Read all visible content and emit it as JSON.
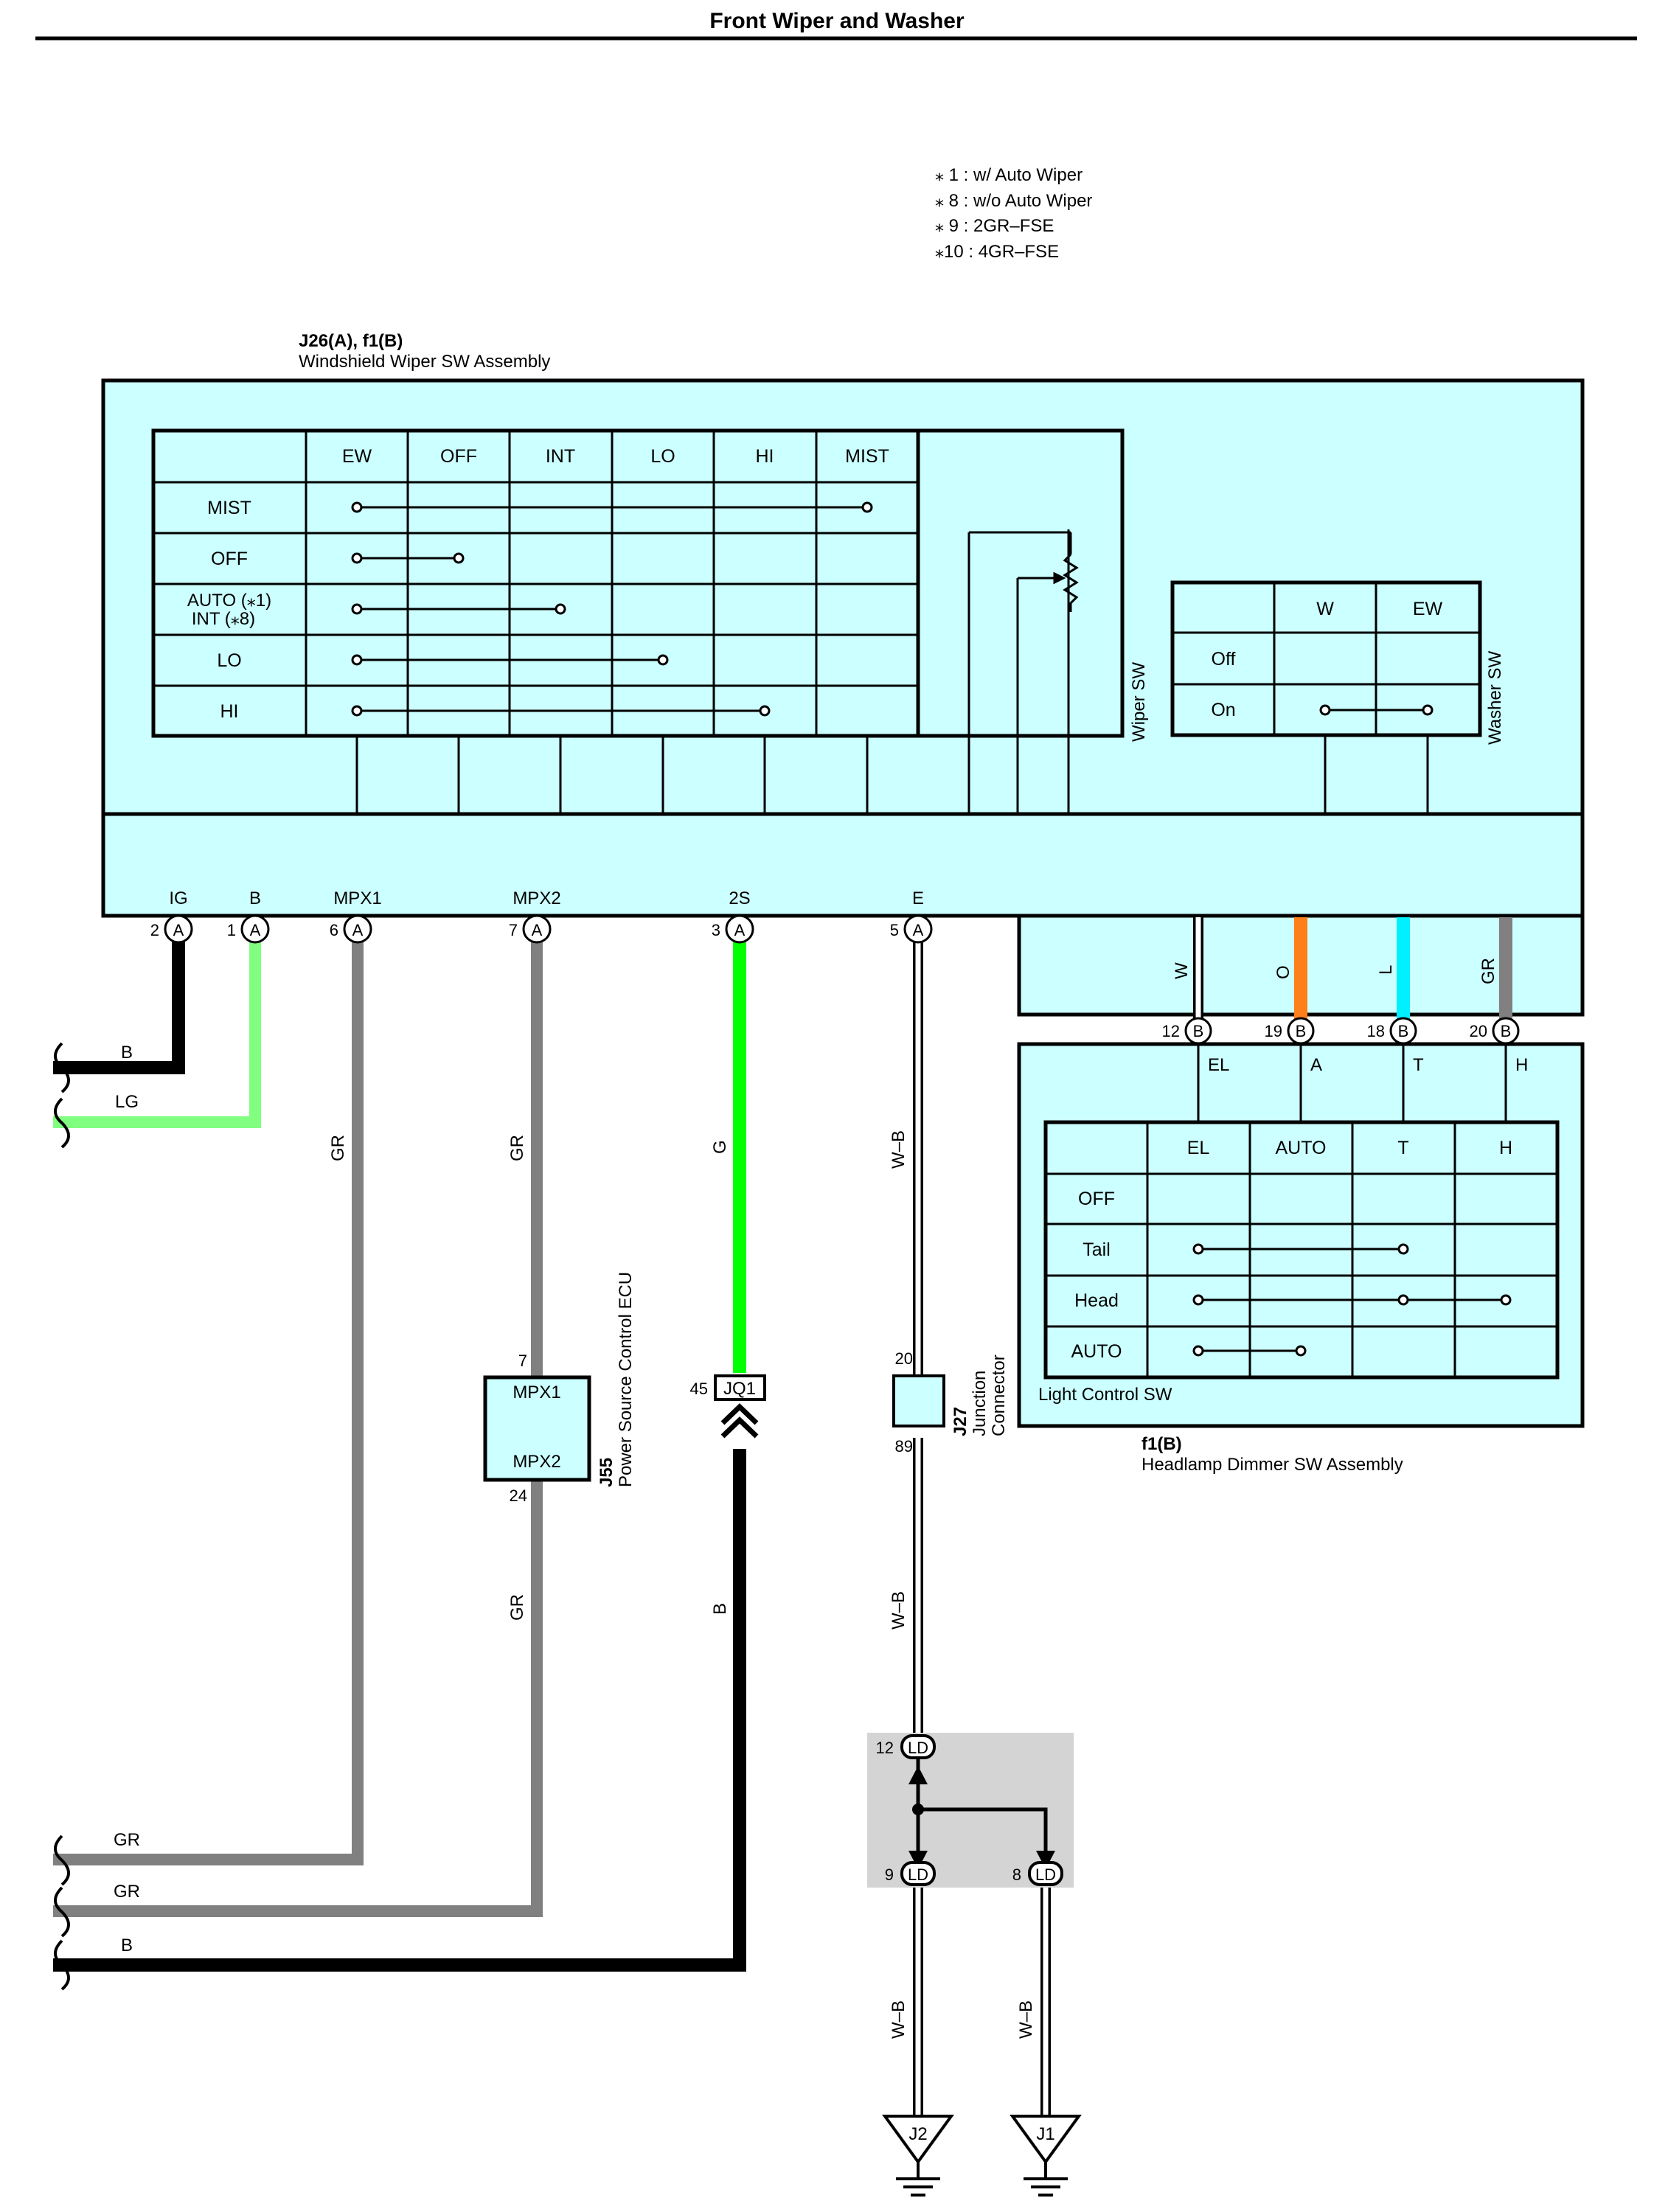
{
  "title": "Front Wiper and Washer",
  "notes": [
    "⁎ 1 : w/ Auto Wiper",
    "⁎ 8 : w/o Auto Wiper",
    "⁎ 9 : 2GR–FSE",
    "⁎10 : 4GR–FSE"
  ],
  "colors": {
    "panel": "#ccffff",
    "B": "#000000",
    "LG": "#80ff80",
    "GR": "#808080",
    "G": "#00ff00",
    "O": "#ff7f1a",
    "L": "#00f0ff",
    "junction_box": "#d4d4d4"
  },
  "wiper_assy": {
    "code": "J26(A), f1(B)",
    "name": "Windshield Wiper SW Assembly",
    "wiper_sw_label": "Wiper SW",
    "washer_sw_label": "Washer SW",
    "wiper_table": {
      "headers": [
        "EW",
        "OFF",
        "INT",
        "LO",
        "HI",
        "MIST"
      ],
      "rows": [
        {
          "label": "MIST"
        },
        {
          "label": "OFF"
        },
        {
          "label": "AUTO (⁎1)",
          "label2": "INT (⁎8)"
        },
        {
          "label": "LO"
        },
        {
          "label": "HI"
        }
      ]
    },
    "washer_table": {
      "headers": [
        "W",
        "EW"
      ],
      "rows": [
        {
          "label": "Off"
        },
        {
          "label": "On"
        }
      ]
    },
    "terminals": [
      {
        "name": "IG",
        "pin": "2",
        "conn": "A"
      },
      {
        "name": "B",
        "pin": "1",
        "conn": "A"
      },
      {
        "name": "MPX1",
        "pin": "6",
        "conn": "A"
      },
      {
        "name": "MPX2",
        "pin": "7",
        "conn": "A"
      },
      {
        "name": "2S",
        "pin": "3",
        "conn": "A"
      },
      {
        "name": "E",
        "pin": "5",
        "conn": "A"
      }
    ],
    "b_wires": [
      {
        "color": "W",
        "pin": "12",
        "conn": "B"
      },
      {
        "color": "O",
        "pin": "19",
        "conn": "B"
      },
      {
        "color": "L",
        "pin": "18",
        "conn": "B"
      },
      {
        "color": "GR",
        "pin": "20",
        "conn": "B"
      }
    ]
  },
  "dimmer": {
    "code": "f1(B)",
    "name": "Headlamp Dimmer SW Assembly",
    "light_sw_label": "Light Control SW",
    "terminal_names": [
      "EL",
      "A",
      "T",
      "H"
    ],
    "table": {
      "headers": [
        "EL",
        "AUTO",
        "T",
        "H"
      ],
      "rows": [
        {
          "label": "OFF"
        },
        {
          "label": "Tail"
        },
        {
          "label": "Head"
        },
        {
          "label": "AUTO"
        }
      ]
    }
  },
  "wires": {
    "B": "B",
    "LG": "LG",
    "GR": "GR",
    "G": "G",
    "WB": "W–B"
  },
  "ecu": {
    "code": "J55",
    "name": "Power Source Control ECU",
    "mpx1": "MPX1",
    "mpx2": "MPX2",
    "pin_top": "7",
    "pin_bottom": "24"
  },
  "jq1": {
    "label": "JQ1",
    "pin": "45"
  },
  "junction": {
    "code": "J27",
    "name1": "Junction",
    "name2": "Connector",
    "pin_top": "20",
    "pin_bottom": "89"
  },
  "ld": {
    "label": "LD",
    "pin_top": "12",
    "pin_left": "9",
    "pin_right": "8"
  },
  "grounds": [
    "J2",
    "J1"
  ]
}
